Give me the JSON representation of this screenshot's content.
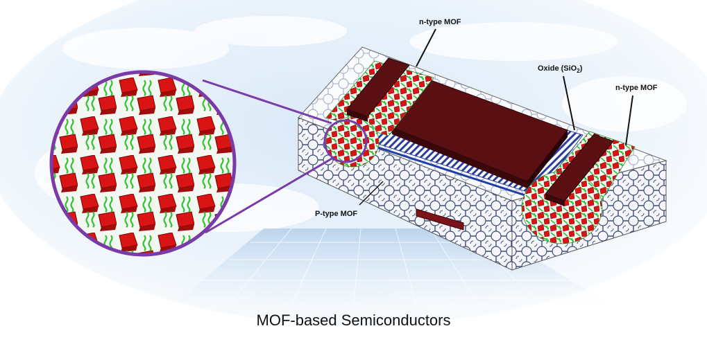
{
  "labels": {
    "n_type_top": "n-type MOF",
    "oxide": "Oxide (SiO",
    "oxide_sub": "2",
    "oxide_close": ")",
    "n_type_right": "n-type MOF",
    "p_type": "P-type MOF"
  },
  "caption": "MOF-based Semiconductors",
  "colors": {
    "gate": "#5a0f12",
    "mof_red": "#d81414",
    "linker_green": "#2fbf2f",
    "zoom_ring": "#7a3aa8",
    "dielectric_stripe": "#2a3f9a",
    "substrate_mesh": "#3c4b78"
  }
}
